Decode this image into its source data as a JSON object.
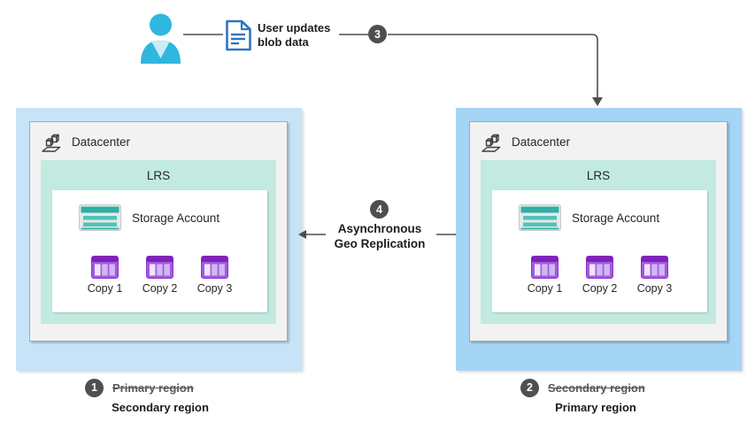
{
  "user_flow": {
    "label_line1": "User updates",
    "label_line2": "blob data",
    "step": "3"
  },
  "replication": {
    "step": "4",
    "label_line1": "Asynchronous",
    "label_line2": "Geo Replication"
  },
  "regions": [
    {
      "datacenter": "Datacenter",
      "redundancy": "LRS",
      "storage": "Storage Account",
      "copies": [
        "Copy 1",
        "Copy 2",
        "Copy 3"
      ],
      "step": "1",
      "former_role": "Primary region",
      "current_role": "Secondary region"
    },
    {
      "datacenter": "Datacenter",
      "redundancy": "LRS",
      "storage": "Storage Account",
      "copies": [
        "Copy 1",
        "Copy 2",
        "Copy 3"
      ],
      "step": "2",
      "former_role": "Secondary region",
      "current_role": "Primary region"
    }
  ],
  "colors": {
    "secondary_region_bg": "#C7E3F7",
    "primary_region_bg": "#A5D5F5",
    "panel_bg": "#F2F2F3",
    "lrs_bg": "#C2EAE0",
    "badge_bg": "#4F4F4F",
    "connector": "#4D4D4D",
    "person_icon": "#2FB7DE",
    "document_icon": "#2E75C1",
    "storage_teal": "#2FAFA5",
    "copy_purple": "#7E22B8"
  }
}
